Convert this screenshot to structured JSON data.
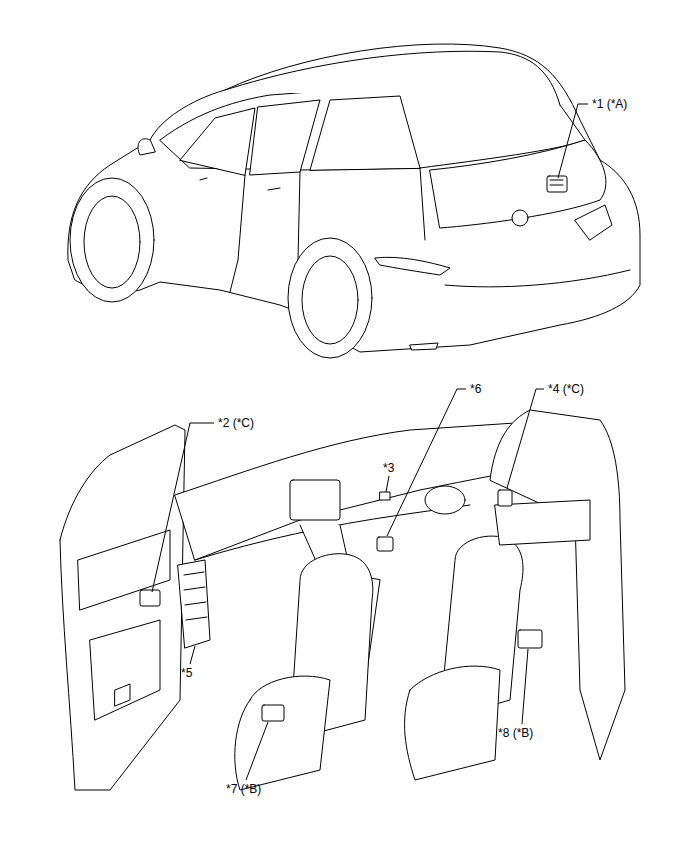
{
  "diagram": {
    "labels": [
      "*1 (*A)",
      "*2 (*C)",
      "*3",
      "*6",
      "*4 (*C)",
      "*5",
      "*7 (*B)",
      "*8 (*B)"
    ]
  }
}
